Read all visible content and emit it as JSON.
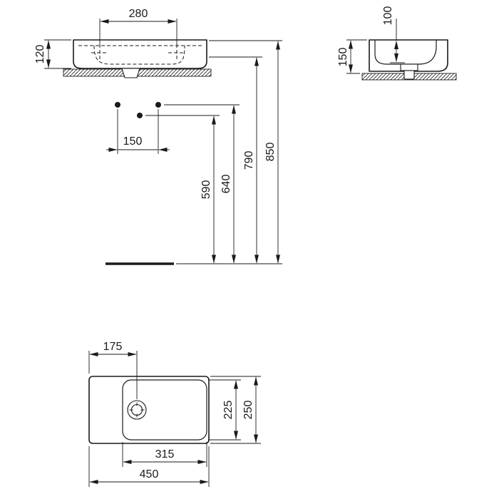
{
  "colors": {
    "line": "#1a1a1a",
    "background": "#ffffff"
  },
  "front_view": {
    "dim_tap_hole_spacing": "280",
    "dim_height": "120",
    "dim_fixing_hole_spacing": "150",
    "dim_outlet_height": "590",
    "dim_fixing_height": "640",
    "dim_underside_height": "790",
    "dim_rim_height": "850"
  },
  "side_view": {
    "dim_bowl_depth": "100",
    "dim_height": "150"
  },
  "plan_view": {
    "dim_outlet_offset": "175",
    "dim_bowl_depth": "225",
    "dim_total_depth": "250",
    "dim_bowl_width": "315",
    "dim_total_width": "450"
  }
}
